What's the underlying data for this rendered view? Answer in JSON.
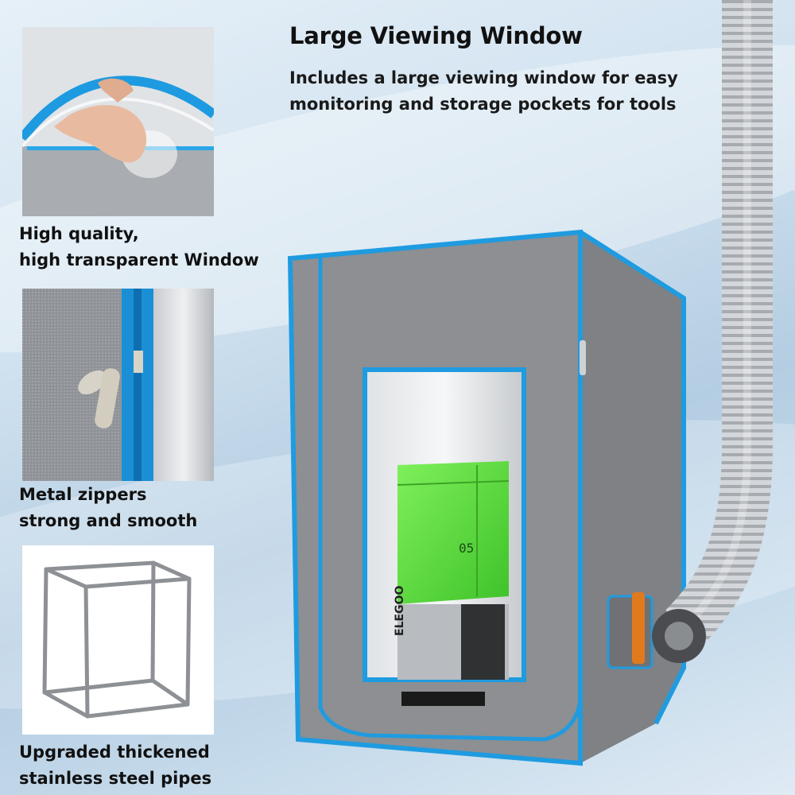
{
  "header": {
    "title": "Large Viewing Window",
    "description": "Includes a large viewing window for easy monitoring and storage pockets for tools"
  },
  "features": [
    {
      "caption_line1": "High quality,",
      "caption_line2": "high transparent Window",
      "icon": "transparent-window-photo"
    },
    {
      "caption_line1": "Metal zippers",
      "caption_line2": "strong and smooth",
      "icon": "metal-zipper-photo"
    },
    {
      "caption_line1": "Upgraded thickened",
      "caption_line2": "stainless steel pipes",
      "icon": "steel-frame-photo"
    }
  ],
  "product": {
    "printer_brand": "ELEGOO",
    "printer_model": "05",
    "colors": {
      "tent": "#8d8f92",
      "trim": "#1f9be0",
      "printer_green": "#57d93a",
      "duct": "#c9ccd0"
    }
  }
}
